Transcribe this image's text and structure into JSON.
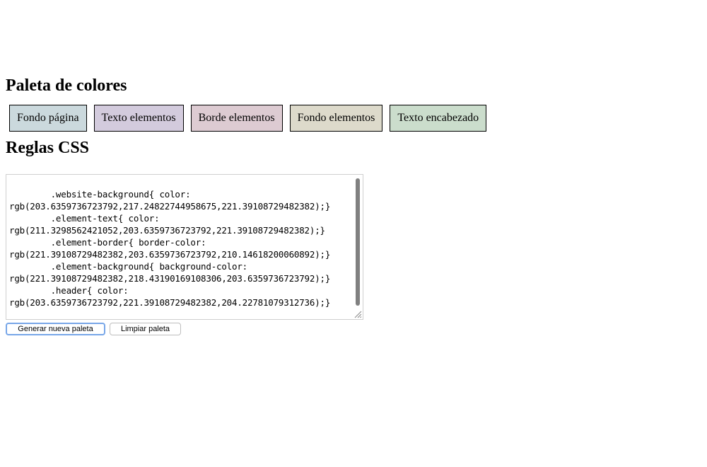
{
  "palette": {
    "heading": "Paleta de colores",
    "swatches": [
      {
        "label": "Fondo página",
        "color": "#cbd9dd"
      },
      {
        "label": "Texto elementos",
        "color": "#d3cbdd"
      },
      {
        "label": "Borde elementos",
        "color": "#ddcbd2"
      },
      {
        "label": "Fondo elementos",
        "color": "#dddacb"
      },
      {
        "label": "Texto encabezado",
        "color": "#cbddcc"
      }
    ]
  },
  "css": {
    "heading": "Reglas CSS",
    "rules_text": "        .website-background{ color: \nrgb(203.6359736723792,217.24822744958675,221.39108729482382);}\n        .element-text{ color: \nrgb(211.3298562421052,203.6359736723792,221.39108729482382);}\n        .element-border{ border-color: \nrgb(221.39108729482382,203.6359736723792,210.14618200060892);}\n        .element-background{ background-color: \nrgb(221.39108729482382,218.43190169108306,203.6359736723792);}\n        .header{ color: \nrgb(203.6359736723792,221.39108729482382,204.22781079312736);}"
  },
  "buttons": {
    "generate_label": "Generar nueva paleta",
    "clear_label": "Limpiar paleta"
  }
}
